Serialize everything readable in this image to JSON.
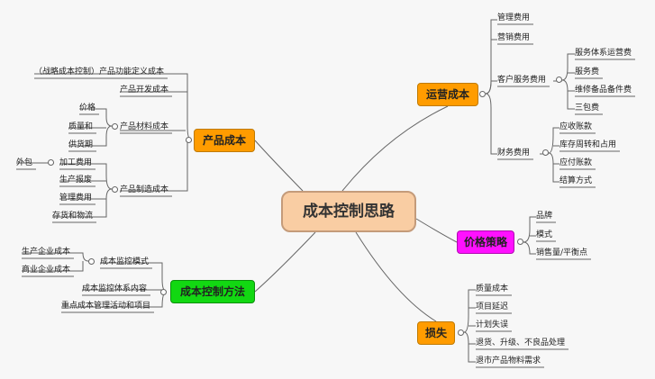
{
  "center": "成本控制思路",
  "branches": {
    "operating": {
      "label": "运营成本",
      "items": [
        "管理费用",
        "营销费用",
        "客户服务费用",
        "财务费用"
      ],
      "customer_service": [
        "服务体系运营费",
        "服务费",
        "维修备品备件费",
        "三包费"
      ],
      "finance": [
        "应收账款",
        "库存周转和占用",
        "应付账款",
        "结算方式"
      ]
    },
    "product": {
      "label": "产品成本",
      "items": [
        "（战略成本控制）产品功能定义成本",
        "产品开发成本",
        "产品材料成本",
        "产品制造成本"
      ],
      "materials": [
        "价格",
        "质量和",
        "供货期"
      ],
      "manufacturing": [
        "加工费用",
        "生产报废",
        "管理费用",
        "存货和物流"
      ],
      "outsourcing": "外包"
    },
    "price": {
      "label": "价格策略",
      "items": [
        "品牌",
        "模式",
        "销售量/平衡点"
      ]
    },
    "methods": {
      "label": "成本控制方法",
      "items": [
        "成本监控模式",
        "成本监控体系内容",
        "重点成本管理活动和项目"
      ],
      "modes": [
        "生产企业成本",
        "商业企业成本"
      ]
    },
    "loss": {
      "label": "损失",
      "items": [
        "质量成本",
        "项目延迟",
        "计划失误",
        "退货、升级、不良品处理",
        "退市产品物料需求"
      ]
    }
  }
}
